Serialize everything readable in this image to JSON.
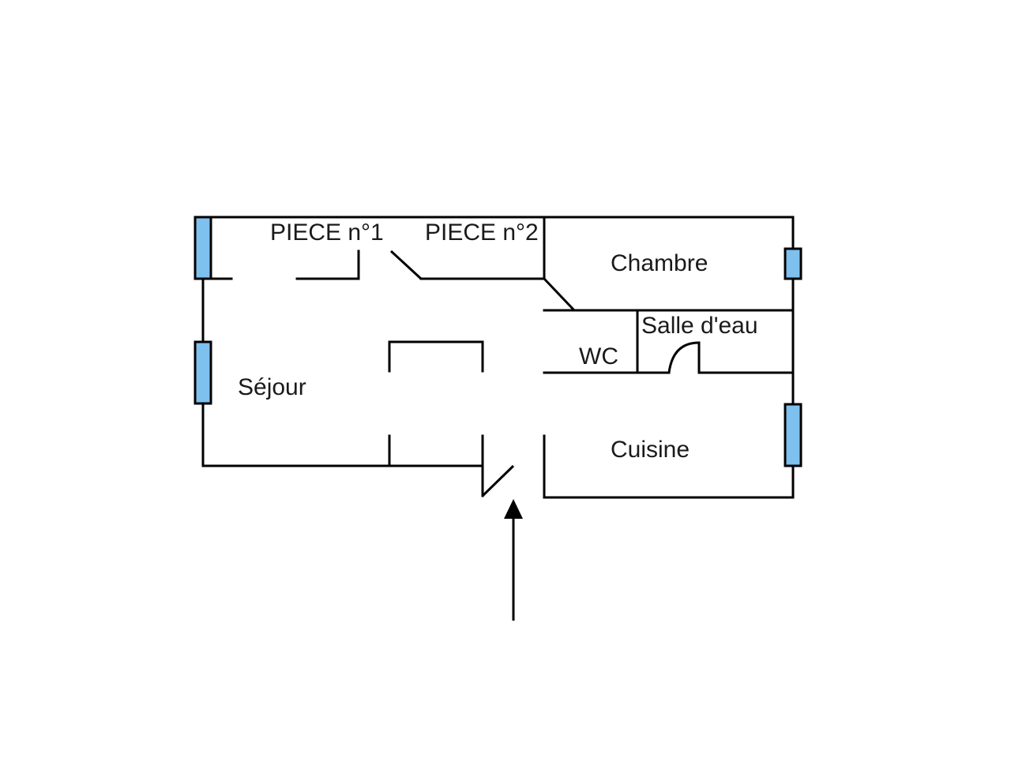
{
  "colors": {
    "wall": "#000000",
    "window": "#7ec0ee",
    "label": "#1a1a1a",
    "background": "#ffffff"
  },
  "rooms": {
    "piece1": "PIECE n°1",
    "piece2": "PIECE n°2",
    "chambre": "Chambre",
    "salle_eau": "Salle d'eau",
    "wc": "WC",
    "sejour": "Séjour",
    "cuisine": "Cuisine"
  },
  "entrance": {
    "icon": "arrow-up-icon"
  }
}
